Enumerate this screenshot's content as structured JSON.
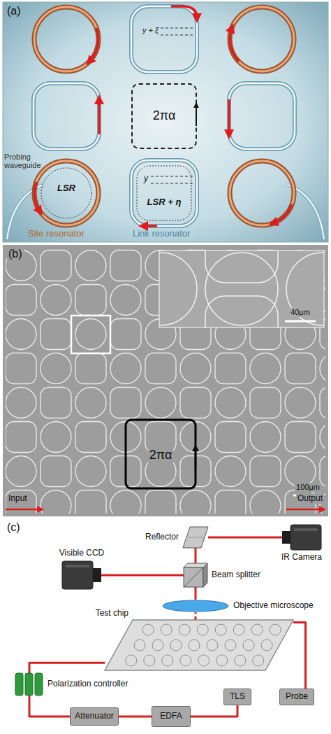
{
  "diagram": {
    "nodes": [
      {
        "text": [
          "Reflector"
        ]
      },
      {
        "text": [
          "IR Camera"
        ]
      },
      {
        "text": [
          "Visible CCD"
        ]
      },
      {
        "text": [
          "Beam splitter"
        ]
      },
      {
        "text": [
          "Objective microscope"
        ]
      },
      {
        "text": [
          "Test chip"
        ]
      },
      {
        "text": [
          "Polarization controller"
        ]
      },
      {
        "text": [
          "TLS"
        ]
      },
      {
        "text": [
          "Probe"
        ]
      },
      {
        "text": [
          "Attenuator"
        ]
      },
      {
        "text": [
          "EDFA"
        ]
      }
    ],
    "edges": [
      {
        "from": 3,
        "to": 0,
        "arrow": "none"
      },
      {
        "from": 0,
        "to": 1,
        "arrow": "none"
      },
      {
        "from": 3,
        "to": 2,
        "arrow": "none"
      },
      {
        "from": 4,
        "to": 3,
        "arrow": "none"
      },
      {
        "from": 5,
        "to": 4,
        "arrow": "none"
      },
      {
        "from": 7,
        "to": 10,
        "arrow": "none"
      },
      {
        "from": 10,
        "to": 9,
        "arrow": "none"
      },
      {
        "from": 9,
        "to": 6,
        "arrow": "none"
      },
      {
        "from": 6,
        "to": 5,
        "arrow": "none"
      },
      {
        "from": 5,
        "to": 8,
        "arrow": "none"
      }
    ],
    "labels": [
      "(a)",
      "y + ξ",
      "2πα",
      "Probing waveguide",
      "LSR",
      "Site resonator",
      "LSR + η",
      "y",
      "Link resonator",
      "(b)",
      "40μm",
      "2πα",
      "100μm",
      "Input",
      "Output",
      "(c)"
    ]
  }
}
